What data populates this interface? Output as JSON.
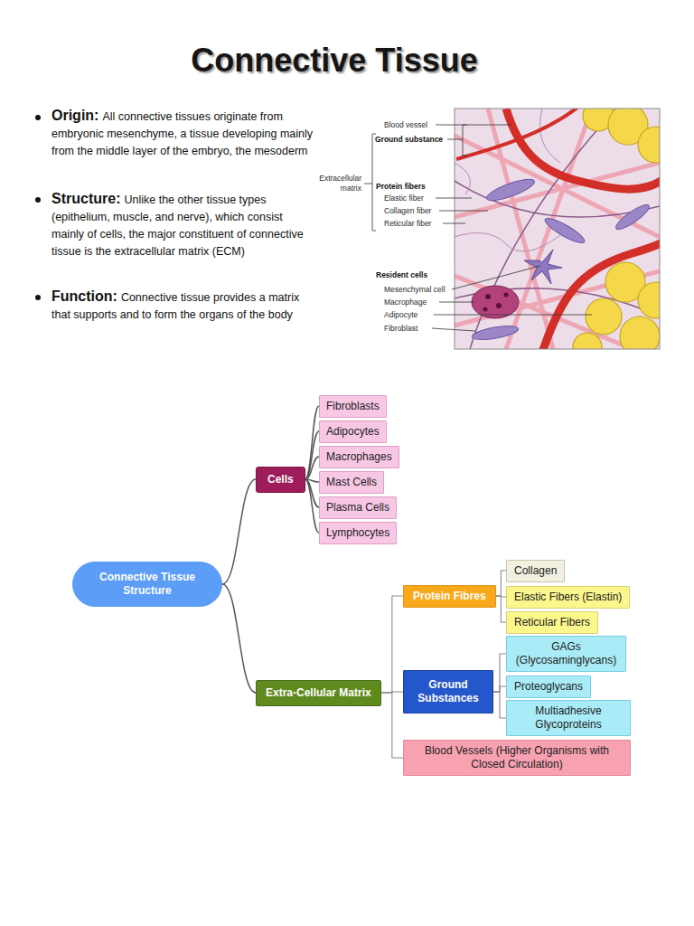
{
  "diagram": {
    "title": "Connective Tissue",
    "nodes": [
      {
        "text": [
          "Connective Tissue Structure"
        ]
      },
      {
        "text": [
          "Cells"
        ]
      },
      {
        "text": [
          "Fibroblasts"
        ]
      },
      {
        "text": [
          "Adipocytes"
        ]
      },
      {
        "text": [
          "Macrophages"
        ]
      },
      {
        "text": [
          "Mast Cells"
        ]
      },
      {
        "text": [
          "Plasma Cells"
        ]
      },
      {
        "text": [
          "Lymphocytes"
        ]
      },
      {
        "text": [
          "Extra-Cellular Matrix"
        ]
      },
      {
        "text": [
          "Protein Fibres"
        ]
      },
      {
        "text": [
          "Collagen"
        ]
      },
      {
        "text": [
          "Elastic Fibers (Elastin)"
        ]
      },
      {
        "text": [
          "Reticular Fibers"
        ]
      },
      {
        "text": [
          "Ground Substances"
        ]
      },
      {
        "text": [
          "GAGs (Glycosaminglycans)"
        ]
      },
      {
        "text": [
          "Proteoglycans"
        ]
      },
      {
        "text": [
          "Multiadhesive Glycoproteins"
        ]
      },
      {
        "text": [
          "Blood Vessels (Higher Organisms with Closed Circulation)"
        ]
      }
    ],
    "edges": [
      {
        "from": 0,
        "to": 1,
        "arrow": "none"
      },
      {
        "from": 1,
        "to": 2,
        "arrow": "none"
      },
      {
        "from": 1,
        "to": 3,
        "arrow": "none"
      },
      {
        "from": 1,
        "to": 4,
        "arrow": "none"
      },
      {
        "from": 1,
        "to": 5,
        "arrow": "none"
      },
      {
        "from": 1,
        "to": 6,
        "arrow": "none"
      },
      {
        "from": 1,
        "to": 7,
        "arrow": "none"
      },
      {
        "from": 0,
        "to": 8,
        "arrow": "none"
      },
      {
        "from": 8,
        "to": 9,
        "arrow": "none"
      },
      {
        "from": 9,
        "to": 10,
        "arrow": "none"
      },
      {
        "from": 9,
        "to": 11,
        "arrow": "none"
      },
      {
        "from": 9,
        "to": 12,
        "arrow": "none"
      },
      {
        "from": 8,
        "to": 13,
        "arrow": "none"
      },
      {
        "from": 13,
        "to": 14,
        "arrow": "none"
      },
      {
        "from": 13,
        "to": 15,
        "arrow": "none"
      },
      {
        "from": 13,
        "to": 16,
        "arrow": "none"
      },
      {
        "from": 8,
        "to": 17,
        "arrow": "none"
      }
    ],
    "labels": [
      "Origin:",
      "All connective tissues originate from embryonic mesenchyme, a tissue developing mainly from the middle layer of the embryo, the mesoderm",
      "Structure:",
      "Unlike the other tissue types (epithelium, muscle, and nerve), which consist mainly of cells, the major constituent of connective tissue is the extracellular matrix (ECM)",
      "Function:",
      "Connective tissue provides a matrix that supports and to form the organs of the body",
      "Blood vessel",
      "Ground substance",
      "Extracellular matrix",
      "Protein fibers",
      "Elastic fiber",
      "Collagen fiber",
      "Reticular fiber",
      "Resident cells",
      "Mesenchymal cell",
      "Macrophage",
      "Adipocyte",
      "Fibroblast"
    ]
  }
}
